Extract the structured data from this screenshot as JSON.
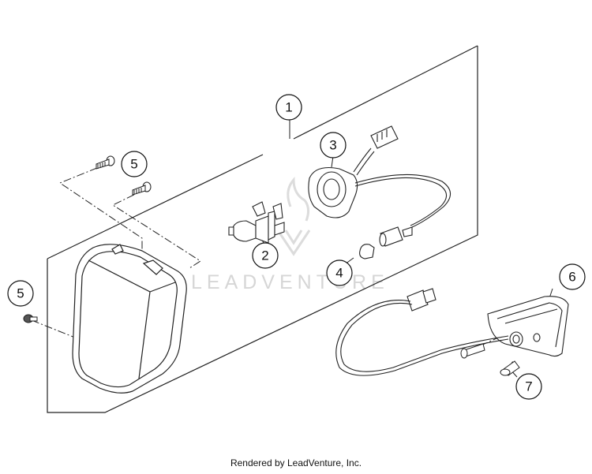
{
  "watermark": {
    "text": "LEADVENTURE"
  },
  "callouts": {
    "c1": "1",
    "c2": "2",
    "c3": "3",
    "c4": "4",
    "c5a": "5",
    "c5b": "5",
    "c6": "6",
    "c7": "7"
  },
  "footer": {
    "text": "Rendered by LeadVenture, Inc."
  }
}
